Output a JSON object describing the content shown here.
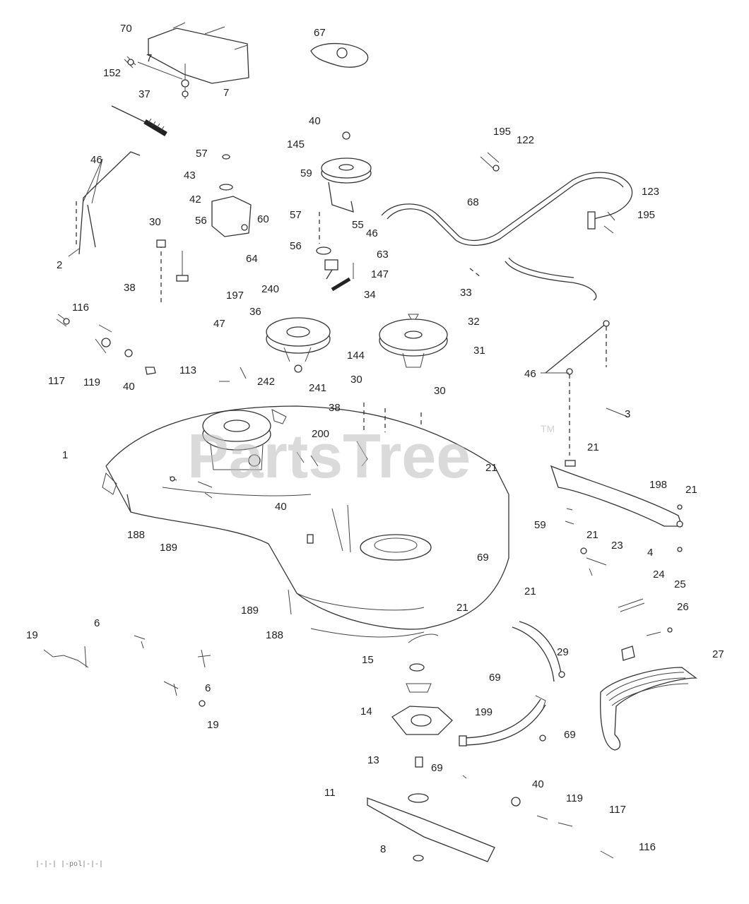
{
  "watermark": {
    "text": "PartsTree",
    "trademark": "TM"
  },
  "footer_code": "|-|-|  |-pol|-|-|",
  "callouts": [
    "70",
    "7",
    "152",
    "37",
    "7",
    "67",
    "40",
    "145",
    "59",
    "195",
    "122",
    "46",
    "57",
    "43",
    "42",
    "56",
    "60",
    "123",
    "2",
    "30",
    "68",
    "195",
    "57",
    "55",
    "46",
    "64",
    "56",
    "63",
    "38",
    "197",
    "240",
    "147",
    "34",
    "33",
    "116",
    "36",
    "47",
    "32",
    "31",
    "144",
    "117",
    "119",
    "40",
    "113",
    "242",
    "241",
    "30",
    "30",
    "46",
    "3",
    "38",
    "200",
    "1",
    "21",
    "21",
    "198",
    "21",
    "40",
    "59",
    "188",
    "189",
    "21",
    "23",
    "69",
    "4",
    "24",
    "25",
    "21",
    "189",
    "21",
    "26",
    "6",
    "188",
    "19",
    "29",
    "27",
    "15",
    "6",
    "69",
    "19",
    "14",
    "199",
    "69",
    "13",
    "69",
    "11",
    "40",
    "119",
    "117",
    "8",
    "116"
  ]
}
